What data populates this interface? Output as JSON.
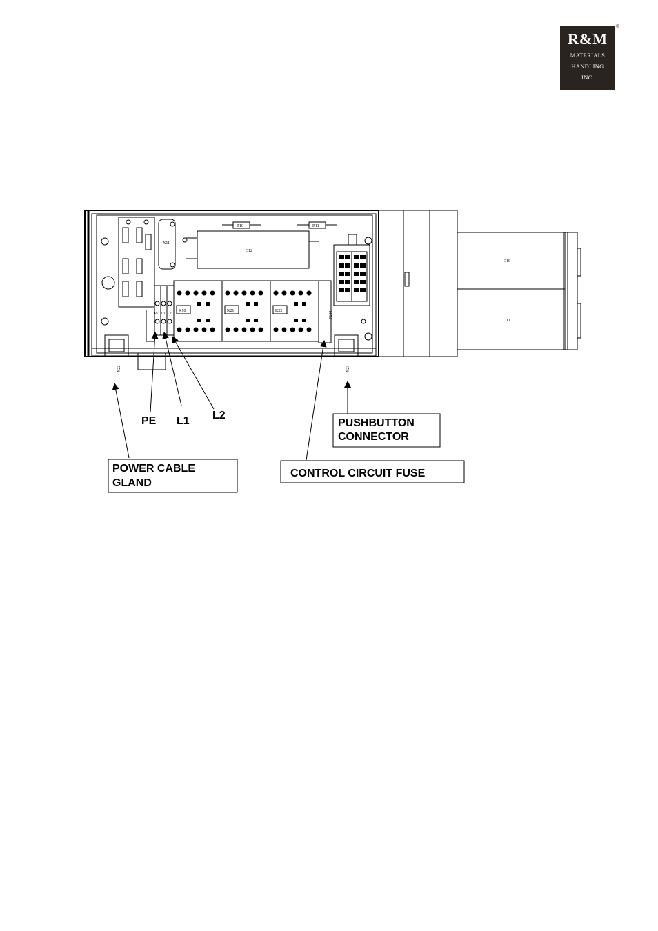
{
  "logo": {
    "brand": "R&M",
    "line1": "MATERIALS",
    "line2": "HANDLING",
    "line3": "INC.",
    "registered": "®"
  },
  "diagram": {
    "component_labels": {
      "x11": "X11",
      "r10": "R10",
      "r11": "R11",
      "c12": "C12",
      "k10": "K10",
      "k21": "K21",
      "k22": "K22",
      "f100": "F100",
      "c10": "C10",
      "c11": "C11",
      "x22": "X22",
      "x23": "X23",
      "term_pe": "PE",
      "term_l1": "L1",
      "term_l2": "L2"
    },
    "callouts": {
      "pe": "PE",
      "l1": "L1",
      "l2": "L2",
      "pushbutton_line1": "PUSHBUTTON",
      "pushbutton_line2": "CONNECTOR",
      "power_line1": "POWER CABLE",
      "power_line2": "GLAND",
      "control_fuse": "CONTROL CIRCUIT FUSE"
    }
  }
}
